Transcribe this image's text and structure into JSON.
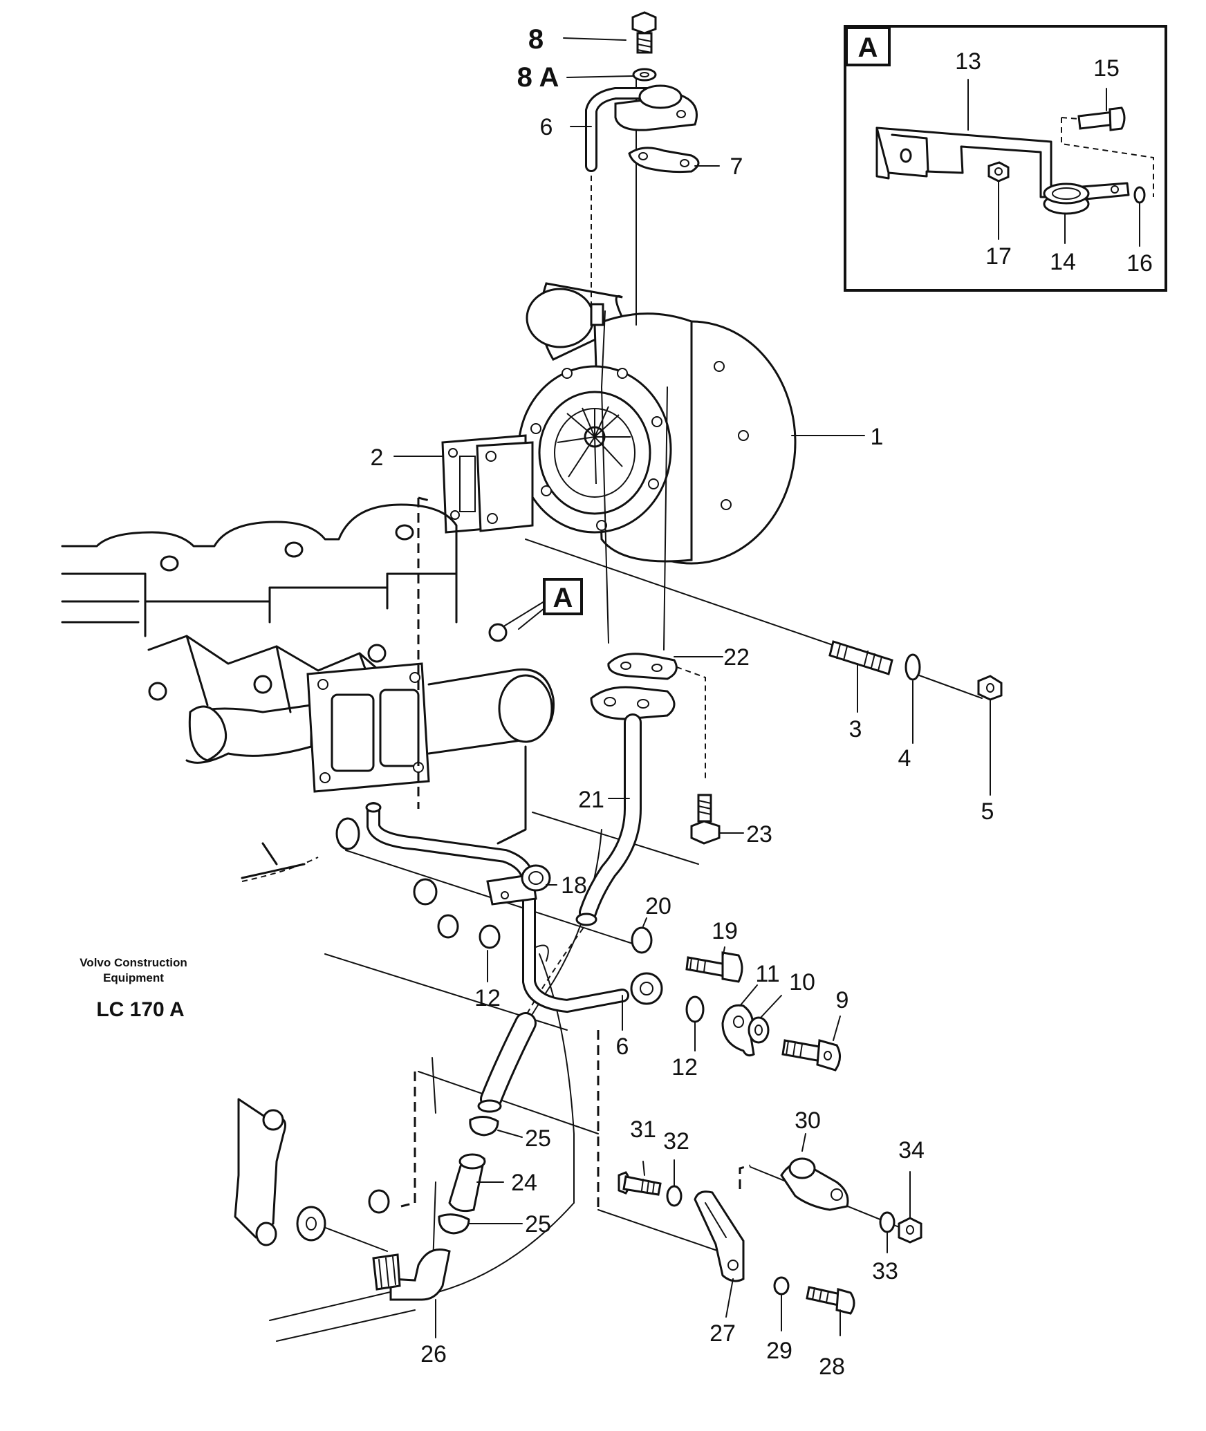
{
  "publisher": {
    "line1": "Volvo Construction",
    "line2": "Equipment"
  },
  "model": "LC 170  A",
  "detail_label": "A",
  "callout_label": "A",
  "callouts": [
    {
      "id": "c1",
      "text": "1"
    },
    {
      "id": "c2",
      "text": "2"
    },
    {
      "id": "c3",
      "text": "3"
    },
    {
      "id": "c4",
      "text": "4"
    },
    {
      "id": "c5",
      "text": "5"
    },
    {
      "id": "c6a",
      "text": "6"
    },
    {
      "id": "c6b",
      "text": "6"
    },
    {
      "id": "c7",
      "text": "7"
    },
    {
      "id": "c8",
      "text": "8"
    },
    {
      "id": "c8a",
      "text": "8 A"
    },
    {
      "id": "c9",
      "text": "9"
    },
    {
      "id": "c10",
      "text": "10"
    },
    {
      "id": "c11",
      "text": "11"
    },
    {
      "id": "c12a",
      "text": "12"
    },
    {
      "id": "c12b",
      "text": "12"
    },
    {
      "id": "c13",
      "text": "13"
    },
    {
      "id": "c14",
      "text": "14"
    },
    {
      "id": "c15",
      "text": "15"
    },
    {
      "id": "c16",
      "text": "16"
    },
    {
      "id": "c17",
      "text": "17"
    },
    {
      "id": "c18",
      "text": "18"
    },
    {
      "id": "c19",
      "text": "19"
    },
    {
      "id": "c20",
      "text": "20"
    },
    {
      "id": "c21",
      "text": "21"
    },
    {
      "id": "c22",
      "text": "22"
    },
    {
      "id": "c23",
      "text": "23"
    },
    {
      "id": "c24",
      "text": "24"
    },
    {
      "id": "c25a",
      "text": "25"
    },
    {
      "id": "c25b",
      "text": "25"
    },
    {
      "id": "c26",
      "text": "26"
    },
    {
      "id": "c27",
      "text": "27"
    },
    {
      "id": "c28",
      "text": "28"
    },
    {
      "id": "c29",
      "text": "29"
    },
    {
      "id": "c30",
      "text": "30"
    },
    {
      "id": "c31",
      "text": "31"
    },
    {
      "id": "c32",
      "text": "32"
    },
    {
      "id": "c33",
      "text": "33"
    },
    {
      "id": "c34",
      "text": "34"
    }
  ]
}
